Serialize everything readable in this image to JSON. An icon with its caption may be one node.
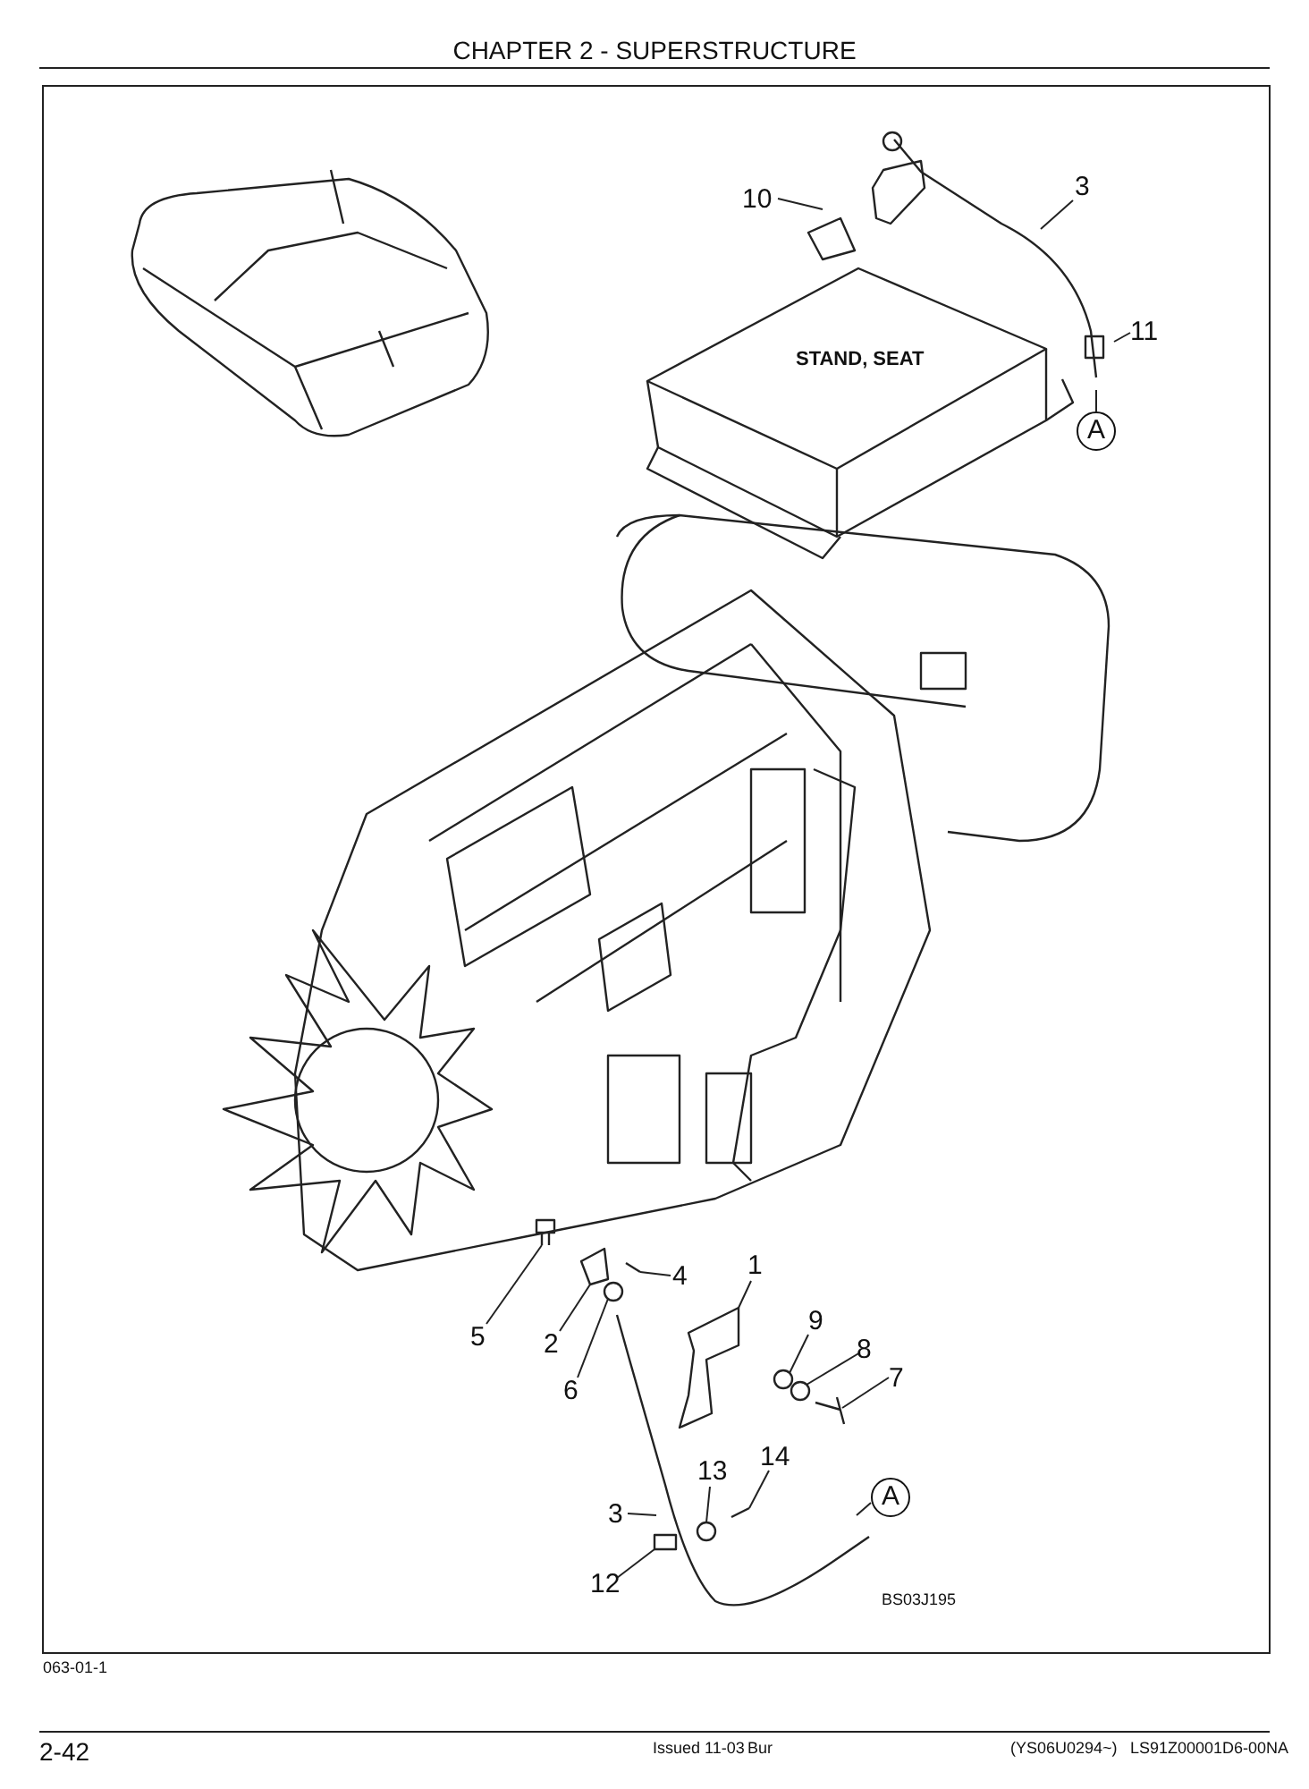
{
  "diagram": {
    "title": "CHAPTER 2 - SUPERSTRUCTURE",
    "nodes": [
      {
        "text": [
          "10"
        ]
      },
      {
        "text": [
          "3"
        ]
      },
      {
        "text": [
          "11"
        ]
      },
      {
        "text": [
          "A"
        ]
      },
      {
        "text": [
          "1"
        ]
      },
      {
        "text": [
          "4"
        ]
      },
      {
        "text": [
          "9"
        ]
      },
      {
        "text": [
          "8"
        ]
      },
      {
        "text": [
          "7"
        ]
      },
      {
        "text": [
          "5"
        ]
      },
      {
        "text": [
          "2"
        ]
      },
      {
        "text": [
          "6"
        ]
      },
      {
        "text": [
          "14"
        ]
      },
      {
        "text": [
          "13"
        ]
      },
      {
        "text": [
          "A"
        ]
      },
      {
        "text": [
          "3"
        ]
      },
      {
        "text": [
          "12"
        ]
      },
      {
        "text": [],
        "shape": "picture"
      },
      {
        "text": [],
        "shape": "box"
      },
      {
        "text": [],
        "shape": "picture"
      },
      {
        "text": [],
        "shape": "circle"
      },
      {
        "text": [],
        "shape": "circle"
      },
      {
        "text": [],
        "shape": "picture"
      },
      {
        "text": [],
        "shape": "picture"
      },
      {
        "text": [],
        "shape": "circle"
      },
      {
        "text": [],
        "shape": "picture"
      },
      {
        "text": [],
        "shape": "circle"
      },
      {
        "text": [],
        "shape": "picture"
      }
    ],
    "edges": [
      {
        "from": 0,
        "to": null,
        "arrow": "none"
      },
      {
        "from": 1,
        "to": null,
        "arrow": "none"
      },
      {
        "from": 2,
        "to": null,
        "arrow": "none"
      },
      {
        "from": 3,
        "to": null,
        "arrow": "none"
      },
      {
        "from": 4,
        "to": 19,
        "arrow": "none"
      },
      {
        "from": 5,
        "to": 25,
        "arrow": "none"
      },
      {
        "from": 6,
        "to": 20,
        "arrow": "none"
      },
      {
        "from": 7,
        "to": 21,
        "arrow": "none"
      },
      {
        "from": 8,
        "to": 22,
        "arrow": "none"
      },
      {
        "from": 9,
        "to": 17,
        "arrow": "none"
      },
      {
        "from": 10,
        "to": 23,
        "arrow": "none"
      },
      {
        "from": 11,
        "to": 24,
        "arrow": "none"
      },
      {
        "from": 12,
        "to": 27,
        "arrow": "none"
      },
      {
        "from": 13,
        "to": 26,
        "arrow": "none"
      },
      {
        "from": 14,
        "to": null,
        "arrow": "none"
      },
      {
        "from": 15,
        "to": null,
        "arrow": "none"
      },
      {
        "from": 16,
        "to": 18,
        "arrow": "none"
      }
    ],
    "labels": [
      "STAND, SEAT",
      "BS03J195",
      "063-01-1",
      "2-42",
      "Issued 11-03",
      "Bur",
      "(YS06U0294~)",
      "LS91Z00001D6-00NA"
    ]
  }
}
